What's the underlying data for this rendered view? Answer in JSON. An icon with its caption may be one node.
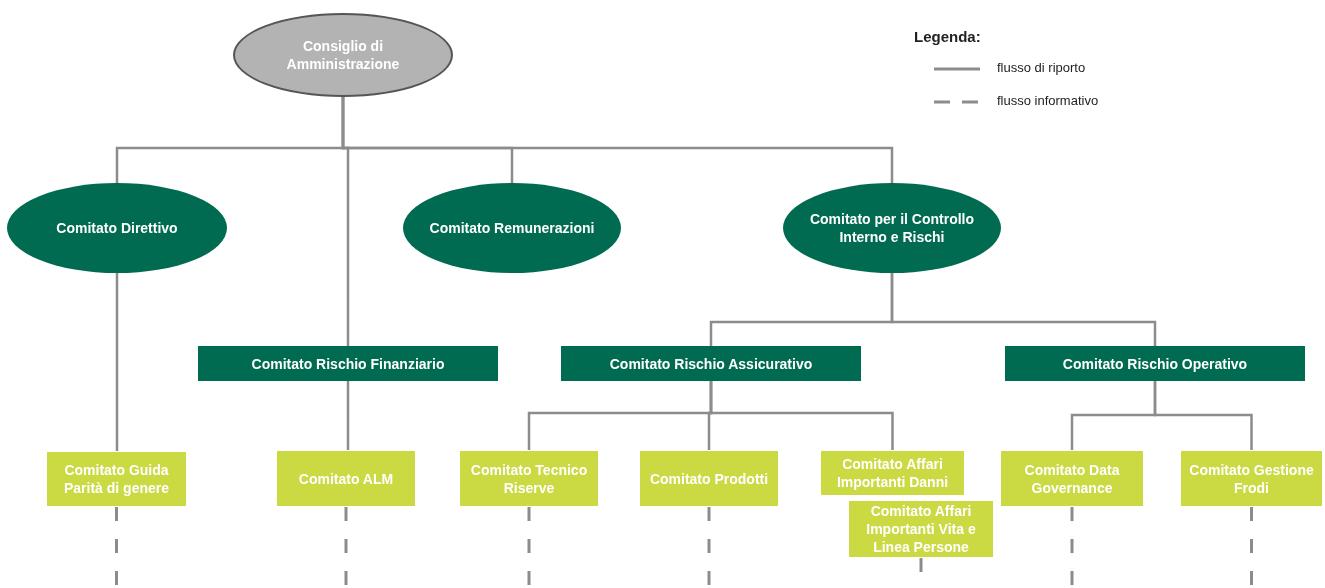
{
  "diagram": {
    "nodes": [
      {
        "text": [
          "Consiglio di Amministrazione"
        ]
      },
      {
        "text": [
          "Comitato Direttivo"
        ]
      },
      {
        "text": [
          "Comitato Remunerazioni"
        ]
      },
      {
        "text": [
          "Comitato per il Controllo Interno e Rischi"
        ]
      },
      {
        "text": [
          "Comitato Rischio Finanziario"
        ]
      },
      {
        "text": [
          "Comitato Rischio Assicurativo"
        ]
      },
      {
        "text": [
          "Comitato Rischio Operativo"
        ]
      },
      {
        "text": [
          "Comitato Guida Parità di genere"
        ]
      },
      {
        "text": [
          "Comitato ALM"
        ]
      },
      {
        "text": [
          "Comitato Tecnico Riserve"
        ]
      },
      {
        "text": [
          "Comitato Prodotti"
        ]
      },
      {
        "text": [
          "Comitato Affari Importanti Danni"
        ]
      },
      {
        "text": [
          "Comitato Affari Importanti Vita e Linea Persone"
        ]
      },
      {
        "text": [
          "Comitato Data Governance"
        ]
      },
      {
        "text": [
          "Comitato Gestione Frodi"
        ]
      }
    ],
    "edges": [
      {
        "from": 0,
        "to": 1,
        "arrow": "none"
      },
      {
        "from": 0,
        "to": 2,
        "arrow": "none"
      },
      {
        "from": 0,
        "to": 3,
        "arrow": "none"
      },
      {
        "from": 0,
        "to": 4,
        "arrow": "none"
      },
      {
        "from": 1,
        "to": 7,
        "arrow": "none"
      },
      {
        "from": 4,
        "to": 8,
        "arrow": "none"
      },
      {
        "from": 3,
        "to": 5,
        "arrow": "none"
      },
      {
        "from": 3,
        "to": 6,
        "arrow": "none"
      },
      {
        "from": 5,
        "to": 9,
        "arrow": "none"
      },
      {
        "from": 5,
        "to": 10,
        "arrow": "none"
      },
      {
        "from": 5,
        "to": 11,
        "arrow": "none"
      },
      {
        "from": 6,
        "to": 13,
        "arrow": "none"
      },
      {
        "from": 6,
        "to": 14,
        "arrow": "none"
      },
      {
        "from": 7,
        "to": null,
        "arrow": "none",
        "style": "dashed"
      },
      {
        "from": 8,
        "to": null,
        "arrow": "none",
        "style": "dashed"
      },
      {
        "from": 9,
        "to": null,
        "arrow": "none",
        "style": "dashed"
      },
      {
        "from": 10,
        "to": null,
        "arrow": "none",
        "style": "dashed"
      },
      {
        "from": 12,
        "to": null,
        "arrow": "none",
        "style": "dashed"
      },
      {
        "from": 13,
        "to": null,
        "arrow": "none",
        "style": "dashed"
      },
      {
        "from": 14,
        "to": null,
        "arrow": "none",
        "style": "dashed"
      }
    ],
    "labels": [
      "Legenda:"
    ],
    "legend": [
      {
        "text": "flusso di riporto"
      },
      {
        "text": "flusso informativo"
      }
    ]
  }
}
